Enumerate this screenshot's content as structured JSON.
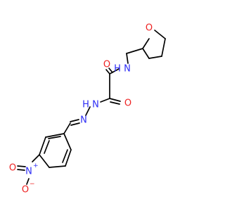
{
  "molecule": {
    "atoms": {
      "o_thf": "O",
      "n_amide": "N",
      "h_amide": "H",
      "o_carbonyl_1": "O",
      "o_carbonyl_2": "O",
      "n_hydrazide": "N",
      "h_hydrazide": "H",
      "n_imine": "N",
      "n_nitro": "N",
      "n_nitro_charge": "+",
      "o_nitro_top": "O",
      "o_nitro_bottom": "O",
      "o_nitro_charge": "−"
    },
    "colors": {
      "carbon": "#000000",
      "nitrogen": "#2d2df5",
      "oxygen": "#ee2222"
    }
  }
}
